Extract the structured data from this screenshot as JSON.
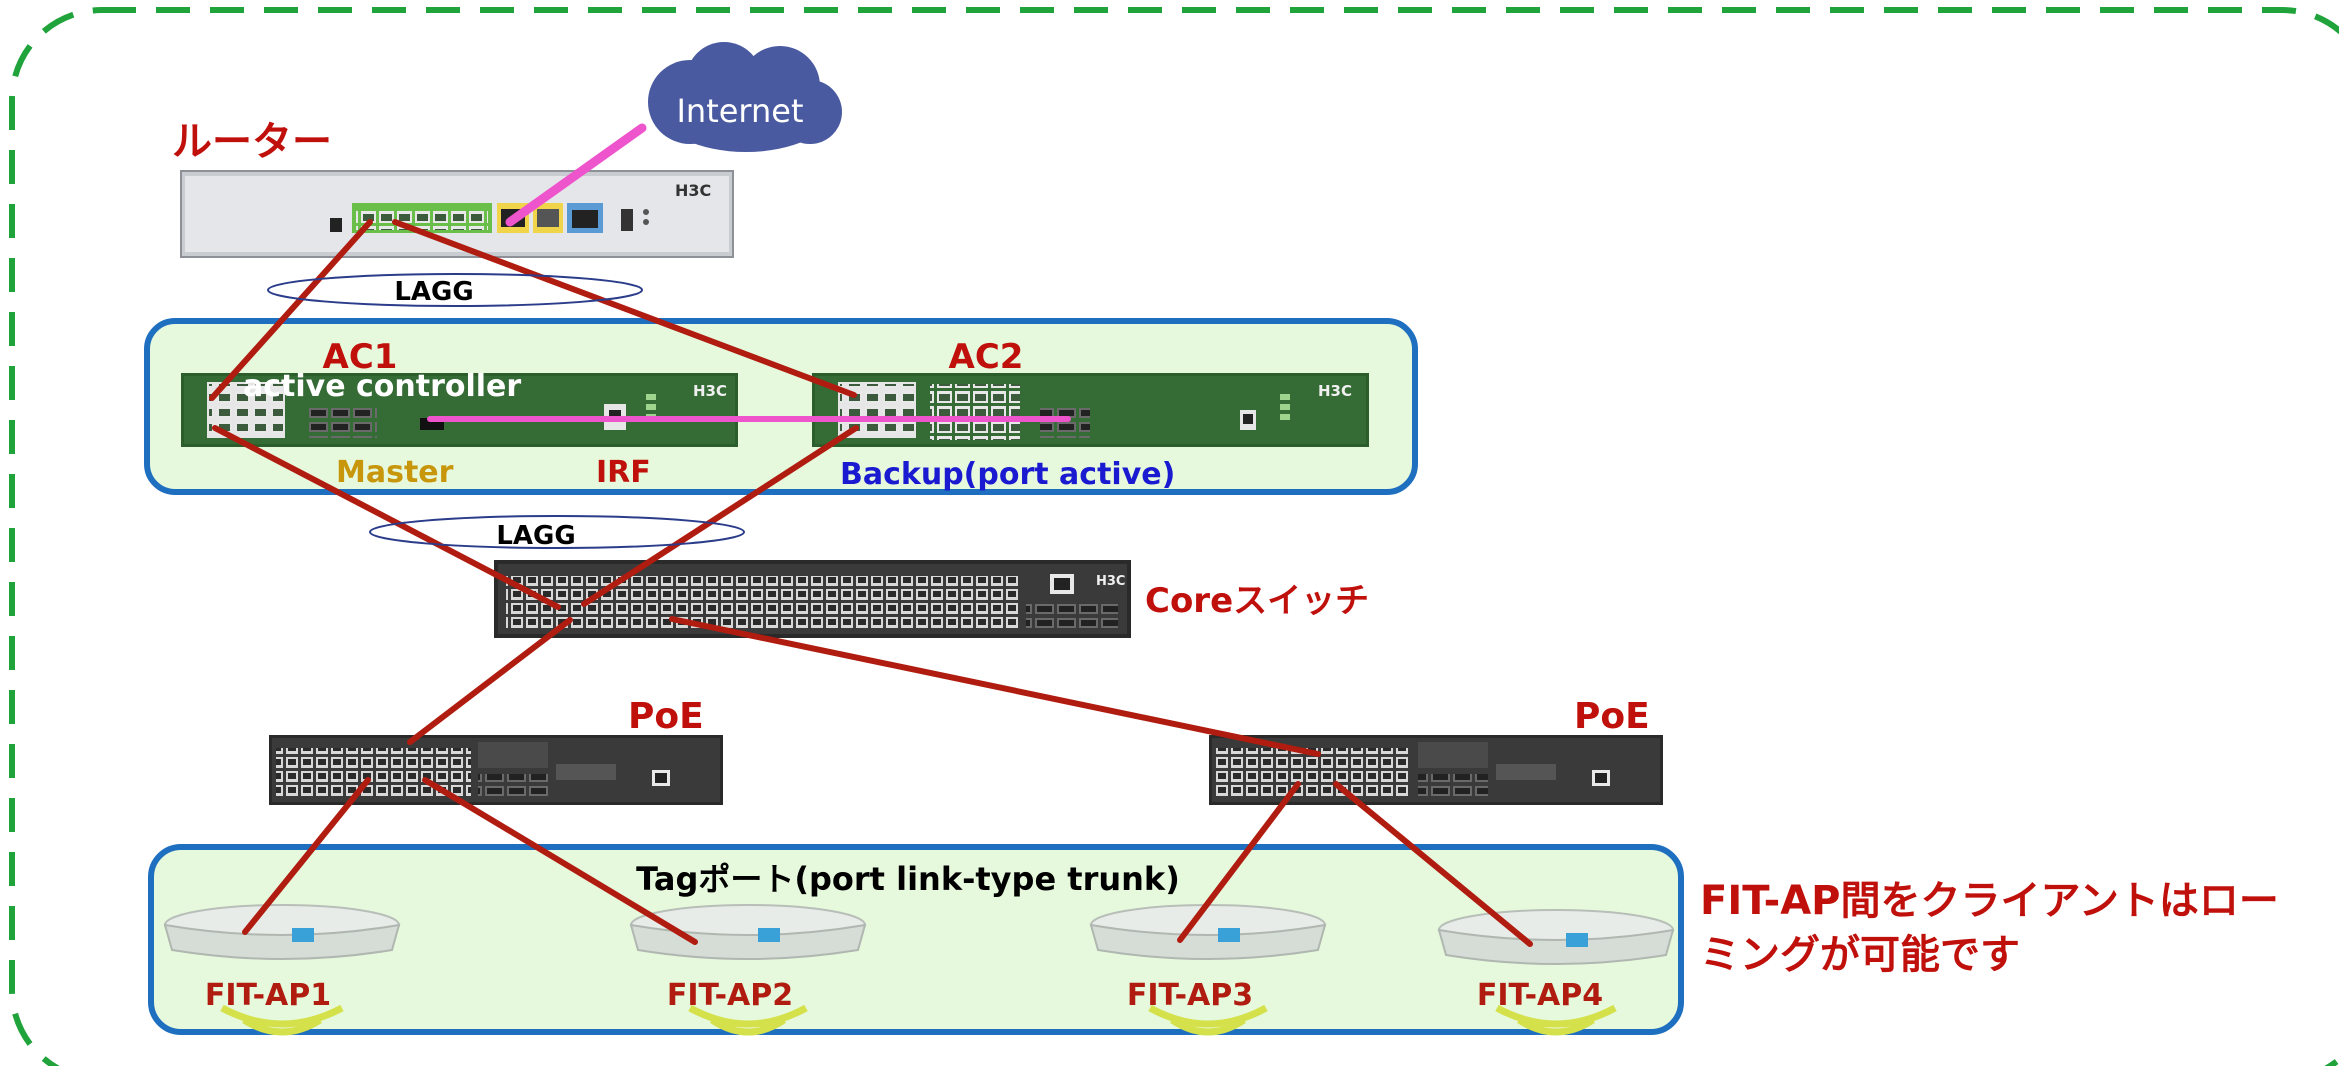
{
  "colors": {
    "boundary": "#1fa33a",
    "group_fill": "#e6f9dd",
    "group_stroke": "#1f6fc0",
    "link": "#b01c10",
    "irf_link": "#ee55cc",
    "internet_fill": "#4a5aa0",
    "label_red": "#c0100b",
    "label_gold": "#c8960a",
    "label_blue": "#1a1ad0",
    "signal": "#d4e14a"
  },
  "labels": {
    "internet": "Internet",
    "router": "ルーター",
    "lagg_top": "LAGG",
    "ac1": "AC1",
    "ac1_role": "active controller",
    "ac2": "AC2",
    "master": "Master",
    "irf": "IRF",
    "backup": "Backup(port active)",
    "lagg_mid": "LAGG",
    "core": "Coreスイッチ",
    "poe_left": "PoE",
    "poe_right": "PoE",
    "tag_port": "Tagポート(port link-type trunk)",
    "ap1": "FIT-AP1",
    "ap2": "FIT-AP2",
    "ap3": "FIT-AP3",
    "ap4": "FIT-AP4",
    "roaming_line1": "FIT-AP間をクライアントはロー",
    "roaming_line2": "ミングが可能です"
  },
  "device_text": {
    "router_logo": "H3C",
    "ac1_logo": "H3C",
    "ac2_logo": "H3C",
    "core_logo": "H3C"
  }
}
